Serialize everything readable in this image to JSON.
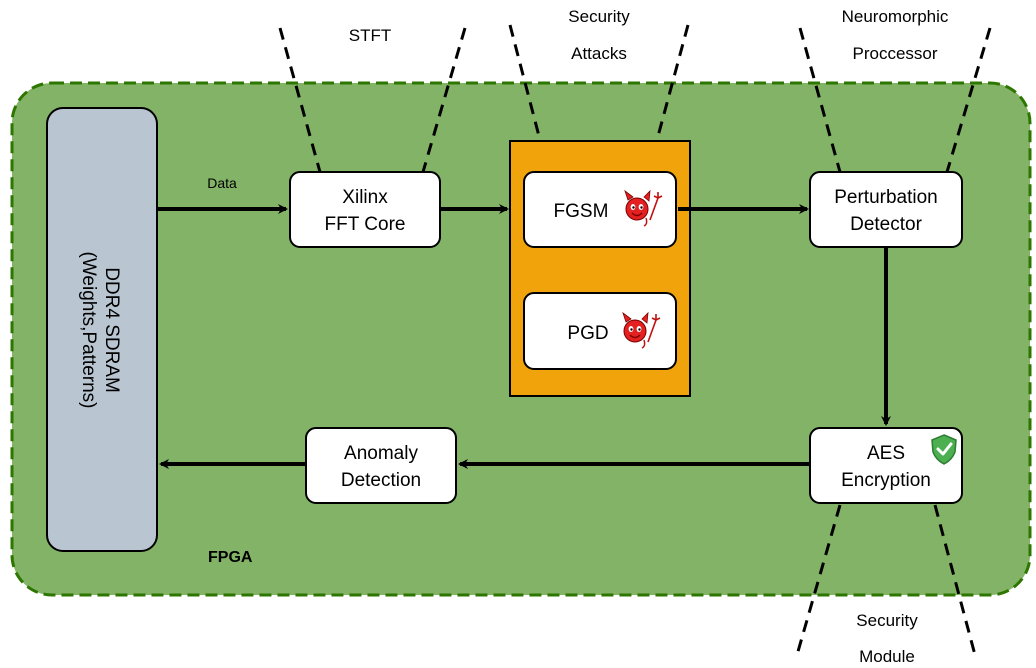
{
  "colors": {
    "fpga_fill": "#82b366",
    "fpga_border": "#2d7600",
    "memory_fill": "#b9c6d1",
    "attack_panel_fill": "#f0a30a",
    "fpga_label": "#cc1a1a",
    "shield": "#4caf50",
    "devil": "#e52020"
  },
  "labels": {
    "fpga": "FPGA",
    "data": "Data",
    "stft": "STFT",
    "security_attacks_1": "Security",
    "security_attacks_2": "Attacks",
    "neuromorphic_1": "Neuromorphic",
    "neuromorphic_2": "Proccessor",
    "security_module_1": "Security",
    "security_module_2": "Module"
  },
  "memory": {
    "line1": "DDR4 SDRAM",
    "line2": "(Weights,Patterns)"
  },
  "blocks": {
    "fft_1": "Xilinx",
    "fft_2": "FFT Core",
    "fgsm": "FGSM",
    "pgd": "PGD",
    "perturb_1": "Perturbation",
    "perturb_2": "Detector",
    "aes_1": "AES",
    "aes_2": "Encryption",
    "anomaly_1": "Anomaly",
    "anomaly_2": "Detection"
  },
  "icons": {
    "fgsm": "devil-icon",
    "pgd": "devil-icon",
    "aes": "shield-check-icon"
  }
}
